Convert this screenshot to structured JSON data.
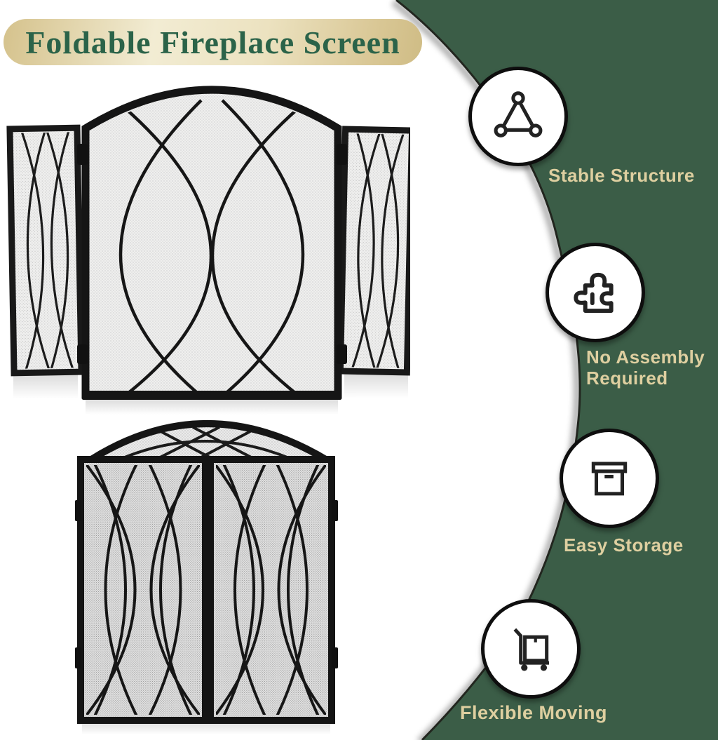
{
  "title": "Foldable Fireplace Screen",
  "features": [
    {
      "label": "Stable Structure",
      "icon": "triangle-structure-icon"
    },
    {
      "label": "No Assembly Required",
      "icon": "puzzle-piece-icon"
    },
    {
      "label": "Easy Storage",
      "icon": "storage-box-icon"
    },
    {
      "label": "Flexible Moving",
      "icon": "moving-cart-icon"
    }
  ],
  "product_images": [
    {
      "name": "fireplace-screen-open-three-panel"
    },
    {
      "name": "fireplace-screen-folded"
    }
  ],
  "colors": {
    "background_green": "#3b5d47",
    "banner_gold": "#e9dcb4",
    "banner_text_green": "#2b6349",
    "feature_label_tan": "#decfa0",
    "frame_black": "#1a1a1a"
  }
}
